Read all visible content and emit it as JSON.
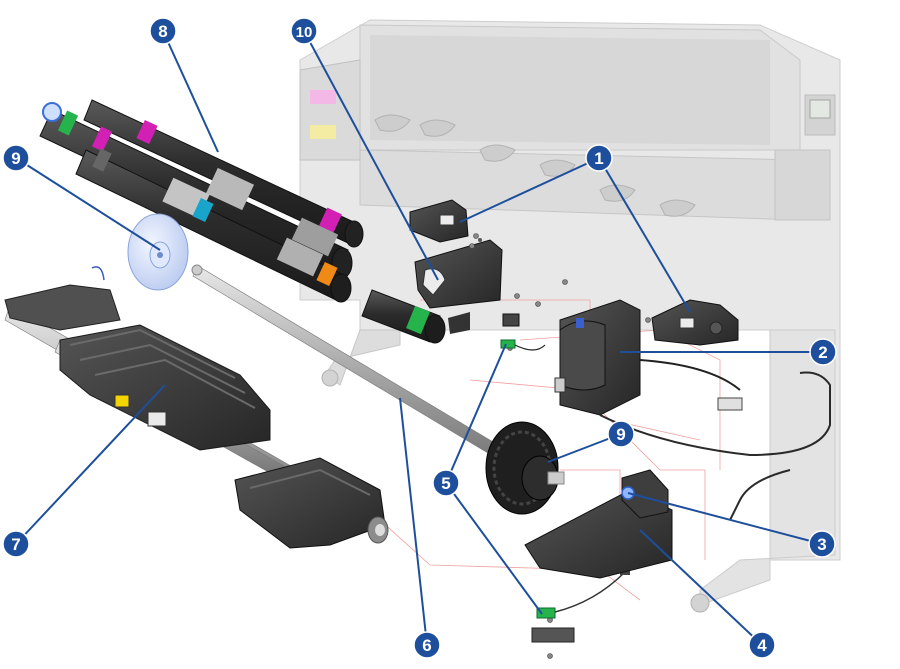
{
  "callouts": [
    {
      "id": "c1",
      "label": "1"
    },
    {
      "id": "c2",
      "label": "2"
    },
    {
      "id": "c3",
      "label": "3"
    },
    {
      "id": "c4",
      "label": "4"
    },
    {
      "id": "c5a",
      "label": "5"
    },
    {
      "id": "c5b",
      "label": "5"
    },
    {
      "id": "c6",
      "label": "6"
    },
    {
      "id": "c7",
      "label": "7"
    },
    {
      "id": "c8",
      "label": "8"
    },
    {
      "id": "c9a",
      "label": "9"
    },
    {
      "id": "c9b",
      "label": "9"
    },
    {
      "id": "c10",
      "label": "10"
    }
  ],
  "colors": {
    "callout_fill": "#1d4f9c",
    "callout_text": "#ffffff",
    "leader": "#1d4f9c",
    "printer_body": "#e3e3e3",
    "part_dark": "#3a3a3a",
    "guide_lines": "#f0a0a0",
    "magenta": "#d21fb4",
    "green": "#25b34b",
    "cyan": "#19a5c9",
    "orange": "#f08a16"
  }
}
